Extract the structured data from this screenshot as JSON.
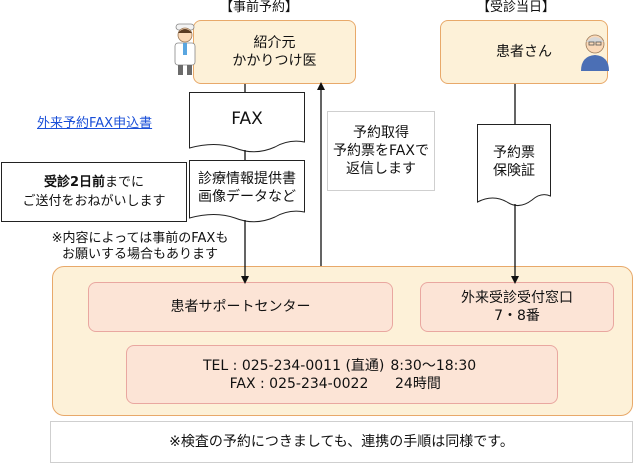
{
  "headings": {
    "advance": "【事前予約】",
    "visit_day": "【受診当日】"
  },
  "referrer": {
    "line1": "紹介元",
    "line2": "かかりつけ医"
  },
  "patient": {
    "label": "患者さん"
  },
  "application_link": "外来予約FAX申込書",
  "fax_doc": "FAX",
  "info_doc": {
    "line1": "診療情報提供書",
    "line2": "画像データなど"
  },
  "deadline_note": {
    "bold": "受診2日前",
    "rest": "までに",
    "line2": "ご送付をおねがいします"
  },
  "fax_note": {
    "line1": "※内容によっては事前のFAXも",
    "line2": "お願いする場合もあります"
  },
  "reply_note": {
    "line1": "予約取得",
    "line2": "予約票をFAXで",
    "line3": "返信します"
  },
  "ticket_doc": {
    "line1": "予約票",
    "line2": "保険証"
  },
  "support_center": "患者サポートセンター",
  "reception": {
    "line1": "外来受診受付窓口",
    "line2": "7・8番"
  },
  "contact": {
    "tel_label": "TEL : 025-234-0011 (直通)",
    "tel_hours": "8:30〜18:30",
    "fax_label": "FAX : 025-234-0022",
    "fax_hours": "24時間"
  },
  "footer_note": "※検査の予約につきましても、連携の手順は同様です。",
  "colors": {
    "orange_fill": "#fdf1d8",
    "orange_border": "#e8a96a",
    "pink_fill": "#fce4d6",
    "pink_border": "#e9a7a0",
    "link": "#1a4fd8"
  }
}
